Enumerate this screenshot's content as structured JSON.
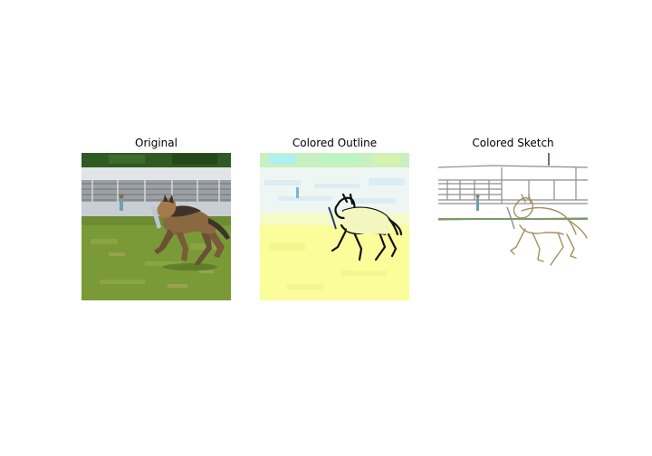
{
  "panels": [
    {
      "title": "Original"
    },
    {
      "title": "Colored Outline"
    },
    {
      "title": "Colored Sketch"
    }
  ],
  "colors": {
    "background": "#ffffff",
    "grass": "#7a9a38",
    "trees": "#2f5a22",
    "stands": "#c9ced3",
    "dog_dark": "#3d3329",
    "dog_tan": "#a27a4c",
    "outline_bg": "#fbfcb9",
    "outline_ink": "#111111",
    "sketch_line": "#8d8d8d"
  },
  "icons": [
    "dog-photo",
    "dog-outline-image",
    "dog-sketch-image"
  ]
}
